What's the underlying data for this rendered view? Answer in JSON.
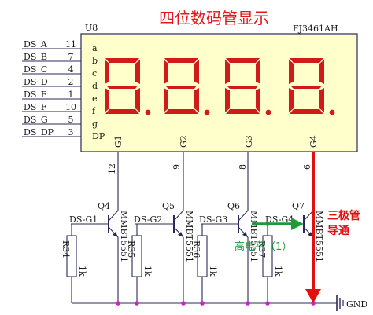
{
  "title": "四位数码管显示",
  "part": {
    "ref": "U8",
    "name": "FJ3461AH"
  },
  "inputs": [
    {
      "net": "DS_A",
      "pin": "11"
    },
    {
      "net": "DS_B",
      "pin": "7"
    },
    {
      "net": "DS_C",
      "pin": "4"
    },
    {
      "net": "DS_D",
      "pin": "2"
    },
    {
      "net": "DS_E",
      "pin": "1"
    },
    {
      "net": "DS_F",
      "pin": "10"
    },
    {
      "net": "DS_G",
      "pin": "5"
    },
    {
      "net": "DS_DP",
      "pin": "3"
    }
  ],
  "segment_letters": [
    "a",
    "b",
    "c",
    "d",
    "e",
    "f",
    "g",
    "DP"
  ],
  "digits": [
    {
      "label": "G1",
      "pin": "12"
    },
    {
      "label": "G2",
      "pin": "9"
    },
    {
      "label": "G3",
      "pin": "8"
    },
    {
      "label": "G4",
      "pin": "6"
    }
  ],
  "transistors": [
    {
      "ref": "Q4",
      "model": "MMBT5551",
      "net": "DS-G1",
      "resistor": "R34",
      "value": "1k"
    },
    {
      "ref": "Q5",
      "model": "MMBT5551",
      "net": "DS-G2",
      "resistor": "R35",
      "value": "1k"
    },
    {
      "ref": "Q6",
      "model": "MMBT5551",
      "net": "DS-G3",
      "resistor": "R36",
      "value": "1k"
    },
    {
      "ref": "Q7",
      "model": "MMBT5551",
      "net": "DS-G4",
      "resistor": "R37",
      "value": "1k"
    }
  ],
  "annotations": {
    "high_level": "高电平（1）",
    "transistor_on_line1": "三极管",
    "transistor_on_line2": "导通",
    "gnd": "GND"
  },
  "colors": {
    "segment": "#d11a1a",
    "chip_fill": "#ffffcc",
    "wire": "#2a2a5a",
    "arrow_red": "#e01010",
    "arrow_green": "#1e9a3a",
    "node": "#cc22cc"
  }
}
